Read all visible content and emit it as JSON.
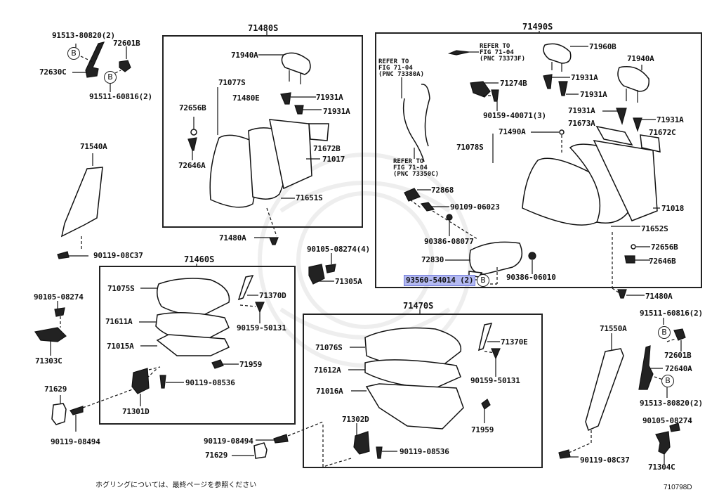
{
  "diagram": {
    "figure_code": "710798D",
    "footnote": "ホグリングについては、最終ページを参照ください",
    "groups": {
      "g71480S": "71480S",
      "g71490S": "71490S",
      "g71460S": "71460S",
      "g71470S": "71470S"
    },
    "refs": {
      "r73373F": "REFER TO\nFIG 71-04\n(PNC 73373F)",
      "r73380A": "REFER TO\nFIG 71-04\n(PNC 73380A)",
      "r73350C": "REFER TO\nFIG 71-04\n(PNC 73350C)"
    },
    "callout_symbol": "B",
    "highlighted_part": "93560-54014 (2)",
    "parts": {
      "p01": "91513-80820(2)",
      "p02": "72601B",
      "p03": "72630C",
      "p04": "91511-60816(2)",
      "p05": "71540A",
      "p06": "90119-08C37",
      "p07": "71940A",
      "p08": "71077S",
      "p09": "71480E",
      "p10": "71931A",
      "p11": "71931A",
      "p12": "72656B",
      "p13": "72646A",
      "p14": "71672B",
      "p15": "71017",
      "p16": "71651S",
      "p17": "71480A",
      "p18": "71274B",
      "p19": "90159-40071(3)",
      "p20": "71960B",
      "p21": "71940A",
      "p22": "71931A",
      "p23": "71931A",
      "p24": "71931A",
      "p25": "71931A",
      "p26": "71673A",
      "p27": "71672C",
      "p28": "71490A",
      "p29": "71078S",
      "p30": "72868",
      "p31": "90109-06023",
      "p32": "90386-08077",
      "p33": "72830",
      "p34": "90386-06010",
      "p35": "71018",
      "p36": "71652S",
      "p37": "72656B",
      "p38": "72646B",
      "p39": "71480A",
      "p40": "90105-08274(4)",
      "p41": "71305A",
      "p42": "90105-08274",
      "p43": "71303C",
      "p44": "71075S",
      "p45": "71611A",
      "p46": "71015A",
      "p47": "71370D",
      "p48": "90159-50131",
      "p49": "71959",
      "p50": "90119-08536",
      "p51": "71301D",
      "p52": "71629",
      "p53": "90119-08494",
      "p54": "90119-08494",
      "p55": "71629",
      "p56": "71076S",
      "p57": "71612A",
      "p58": "71016A",
      "p59": "71370E",
      "p60": "90159-50131",
      "p61": "71302D",
      "p62": "90119-08536",
      "p63": "71959",
      "p64": "71550A",
      "p65": "90119-08C37",
      "p66": "91511-60816(2)",
      "p67": "72601B",
      "p68": "72640A",
      "p69": "91513-80820(2)",
      "p70": "90105-08274",
      "p71": "71304C"
    }
  }
}
